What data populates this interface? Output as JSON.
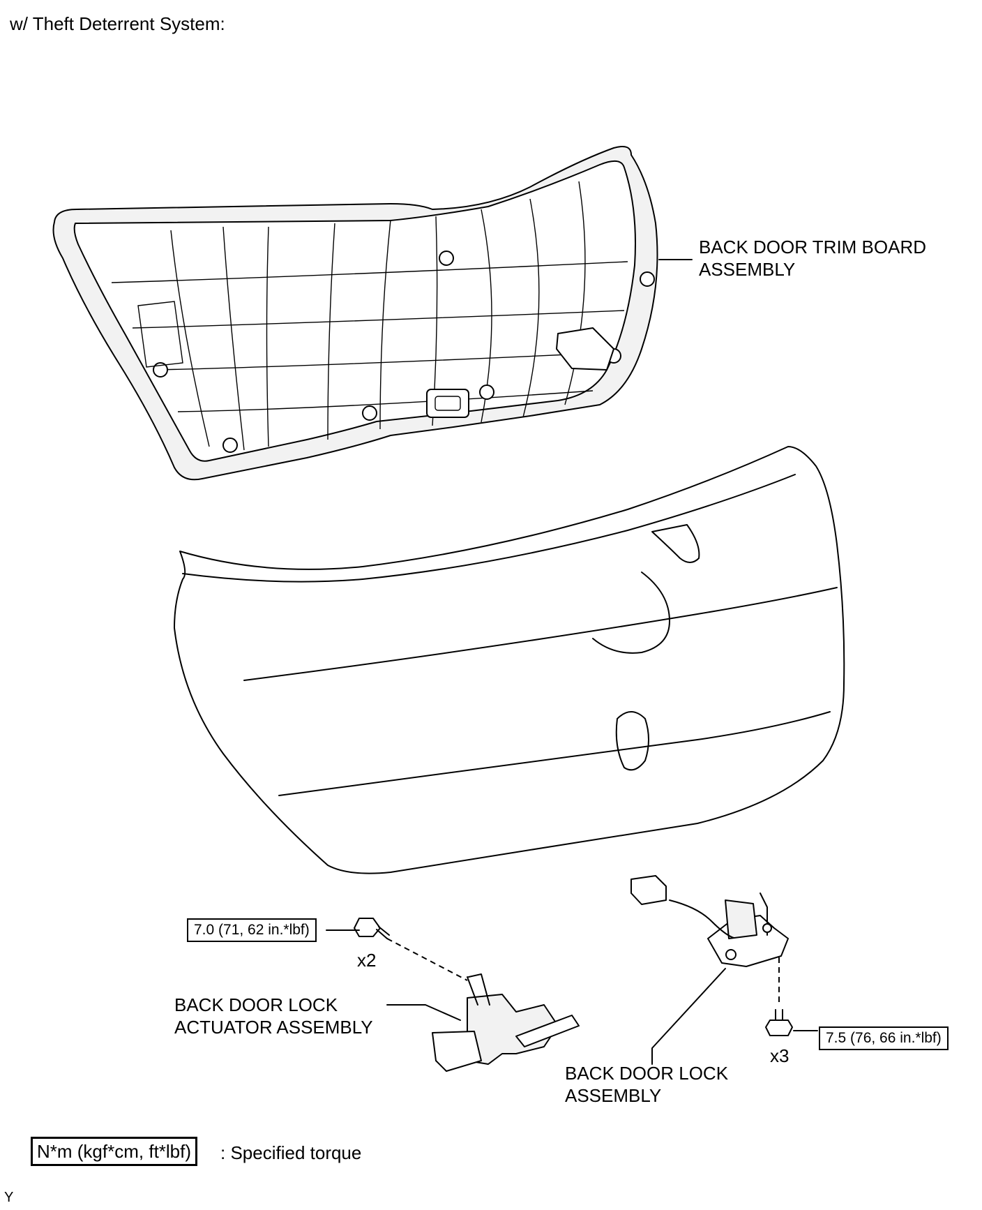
{
  "header": {
    "title": "w/ Theft Deterrent System:"
  },
  "labels": {
    "trim_board_line1": "BACK DOOR TRIM BOARD",
    "trim_board_line2": "ASSEMBLY",
    "actuator_line1": "BACK DOOR LOCK",
    "actuator_line2": "ACTUATOR ASSEMBLY",
    "lock_line1": "BACK DOOR LOCK",
    "lock_line2": "ASSEMBLY"
  },
  "torque": {
    "actuator_bolt": "7.0 (71, 62 in.*lbf)",
    "lock_bolt": "7.5 (76, 66 in.*lbf)"
  },
  "quantities": {
    "actuator_bolt_qty": "x2",
    "lock_bolt_qty": "x3"
  },
  "legend": {
    "unit_box": "N*m (kgf*cm, ft*lbf)",
    "description": ": Specified torque"
  },
  "footer": {
    "code": "Y"
  }
}
